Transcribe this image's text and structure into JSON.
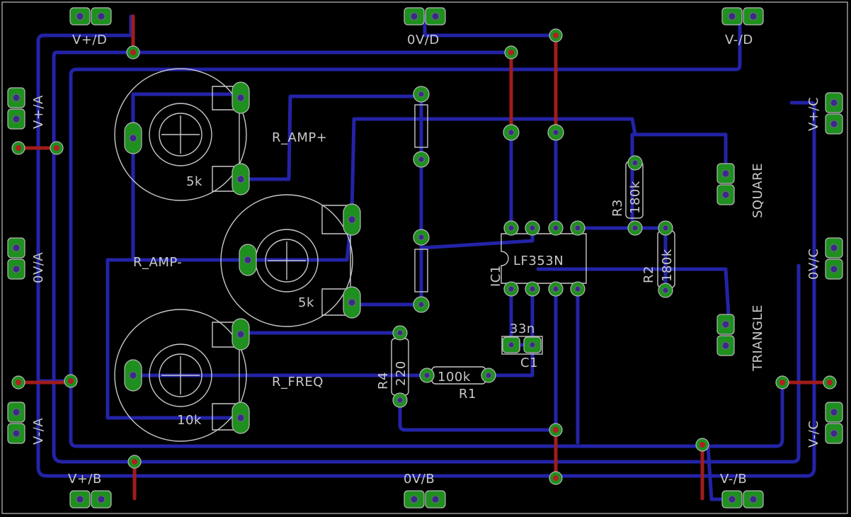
{
  "colors": {
    "background": "#000000",
    "bottom_copper": "#2323a8",
    "top_copper": "#a01c1c",
    "pads": "#1f8f1f",
    "silkscreen": "#c8c8c8"
  },
  "connectors": {
    "v_plus_d": "V+/D",
    "zero_v_d": "0V/D",
    "v_minus_d": "V-/D",
    "v_plus_a": "V+/A",
    "zero_v_a": "0V/A",
    "v_minus_a": "V-/A",
    "v_plus_b": "V+/B",
    "zero_v_b": "0V/B",
    "v_minus_b": "V-/B",
    "v_plus_c": "V+/C",
    "zero_v_c": "0V/C",
    "v_minus_c": "V-/C",
    "square": "SQUARE",
    "triangle": "TRIANGLE"
  },
  "components": {
    "pot_amp_plus_name": "R_AMP+",
    "pot_amp_plus_value": "5k",
    "pot_amp_minus_name": "R_AMP-",
    "pot_amp_minus_value": "5k",
    "pot_freq_name": "R_FREQ",
    "pot_freq_value": "10k",
    "ic_name": "IC1",
    "ic_value": "LF353N",
    "c1_name": "C1",
    "c1_value": "33n",
    "r1_name": "R1",
    "r1_value": "100k",
    "r2_name": "R2",
    "r2_value": "180k",
    "r3_name": "R3",
    "r3_value": "180k",
    "r4_name": "R4",
    "r4_value": "220"
  }
}
